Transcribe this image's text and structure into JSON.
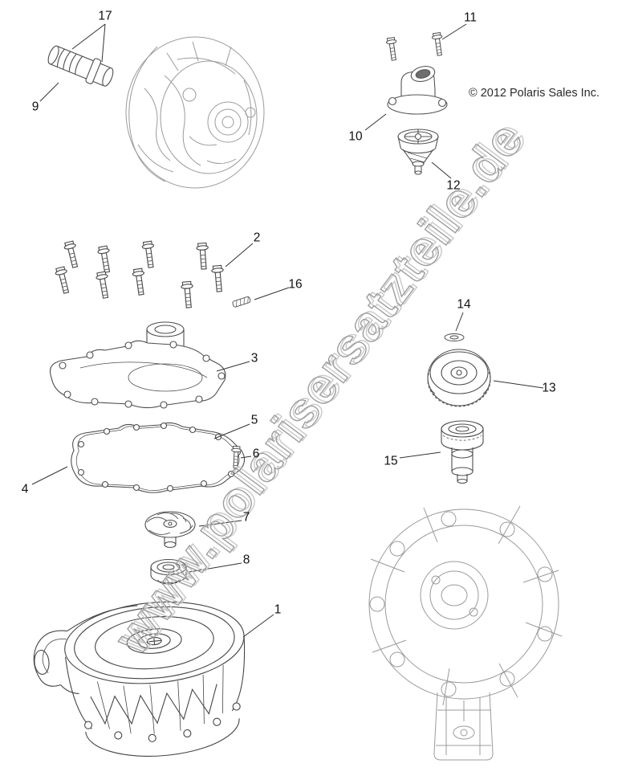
{
  "copyright": "© 2012 Polaris Sales Inc.",
  "watermark": "www.polarisersatzteile.de",
  "callouts": {
    "c1": "1",
    "c2": "2",
    "c3": "3",
    "c4": "4",
    "c5": "5",
    "c6": "6",
    "c7": "7",
    "c8": "8",
    "c9": "9",
    "c10": "10",
    "c11": "11",
    "c12": "12",
    "c13": "13",
    "c14": "14",
    "c15": "15",
    "c16": "16",
    "c17": "17"
  }
}
